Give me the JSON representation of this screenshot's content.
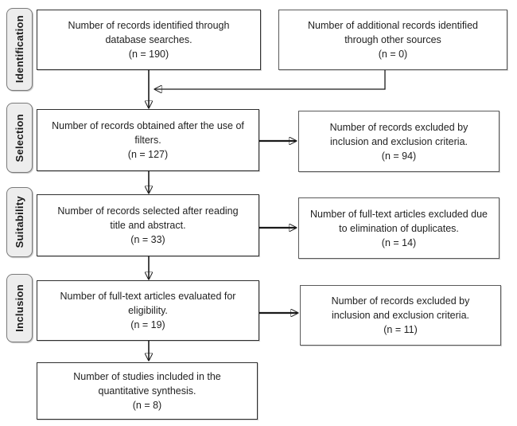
{
  "stages": {
    "identification": "Identification",
    "selection": "Selection",
    "suitability": "Suitability",
    "inclusion": "Inclusion"
  },
  "boxes": {
    "identified": {
      "lines": [
        "Number of records identified through",
        "database searches.",
        "(n = 190)"
      ],
      "n": 190
    },
    "additional": {
      "lines": [
        "Number of additional records identified",
        "through other sources",
        "(n = 0)"
      ],
      "n": 0
    },
    "after_filters": {
      "lines": [
        "Number of records obtained after the use of",
        "filters.",
        "(n = 127)"
      ],
      "n": 127
    },
    "excluded_criteria_selection": {
      "lines": [
        "Number of records excluded by",
        "inclusion and exclusion criteria.",
        "(n = 94)"
      ],
      "n": 94
    },
    "title_abstract": {
      "lines": [
        "Number of records selected after reading",
        "title and abstract.",
        "(n = 33)"
      ],
      "n": 33
    },
    "excluded_duplicates": {
      "lines": [
        "Number of full-text articles excluded due",
        "to elimination of duplicates.",
        "(n = 14)"
      ],
      "n": 14
    },
    "fulltext_evaluated": {
      "lines": [
        "Number of full-text articles evaluated for",
        "eligibility.",
        "(n = 19)"
      ],
      "n": 19
    },
    "excluded_criteria_inclusion": {
      "lines": [
        "Number of records excluded by",
        "inclusion and exclusion criteria.",
        "(n = 11)"
      ],
      "n": 11
    },
    "included_synthesis": {
      "lines": [
        "Number of studies included in the",
        "quantitative synthesis.",
        "(n = 8)"
      ],
      "n": 8
    }
  },
  "colors": {
    "background": "#ffffff",
    "box_border_main": "#2f2f2f",
    "box_border_side": "#5a5a5a",
    "stage_fill": "#ededed",
    "stage_border": "#7a7a7a",
    "arrow": "#1a1a1a",
    "text": "#1f1f1f"
  }
}
